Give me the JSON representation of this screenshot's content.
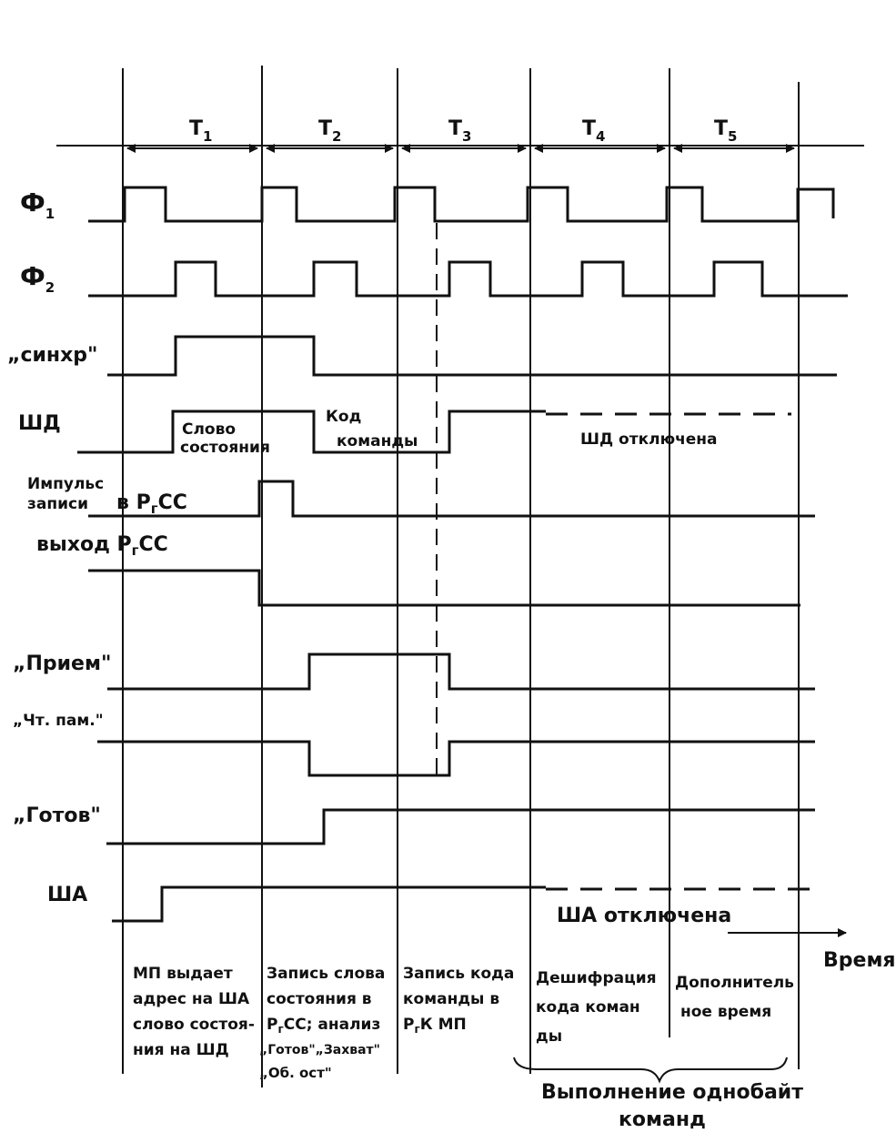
{
  "periods": [
    {
      "label": "T",
      "sub": "1"
    },
    {
      "label": "T",
      "sub": "2"
    },
    {
      "label": "T",
      "sub": "3"
    },
    {
      "label": "T",
      "sub": "4"
    },
    {
      "label": "T",
      "sub": "5"
    }
  ],
  "signals": {
    "phi1": {
      "label": "Ф",
      "sub": "1"
    },
    "phi2": {
      "label": "Ф",
      "sub": "2"
    },
    "sync": {
      "label": "„синхр\""
    },
    "shd": {
      "label": "ШД"
    },
    "write_pulse": {
      "line1": "Импульс",
      "line2": "записи",
      "suffix": "в Р",
      "sub": "г",
      "tail": "СС"
    },
    "rg_out": {
      "label": "выход Р",
      "sub": "г",
      "tail": "СС"
    },
    "priem": {
      "label": "„Прием\""
    },
    "cht_pam": {
      "label": "„Чт. пам.\""
    },
    "gotov": {
      "label": "„Готов\""
    },
    "sha": {
      "label": "ША"
    }
  },
  "annotations": {
    "slovo": "Слово",
    "sostoyaniya": "состояния",
    "kod": "Код",
    "komandy": "команды",
    "shd_off": "ШД отключена",
    "sha_off": "ША отключена",
    "time": "Время"
  },
  "phases": {
    "p1": [
      "МП выдает",
      "адрес на ША",
      "слово состоя-",
      "ния на ШД"
    ],
    "p2": [
      "Запись слова",
      "состояния в",
      "Р",
      "г",
      "СС; анализ",
      "„Готов\"„Захват\"",
      "„Об. ост\""
    ],
    "p3": [
      "Запись кода",
      "команды в",
      "Р",
      "г",
      "К МП"
    ],
    "p4": [
      "Дешифрация",
      "кода коман",
      "ды"
    ],
    "p5": [
      "Дополнитель",
      "ное время"
    ]
  },
  "brace_label": [
    "Выполнение однобайт",
    "команд"
  ]
}
